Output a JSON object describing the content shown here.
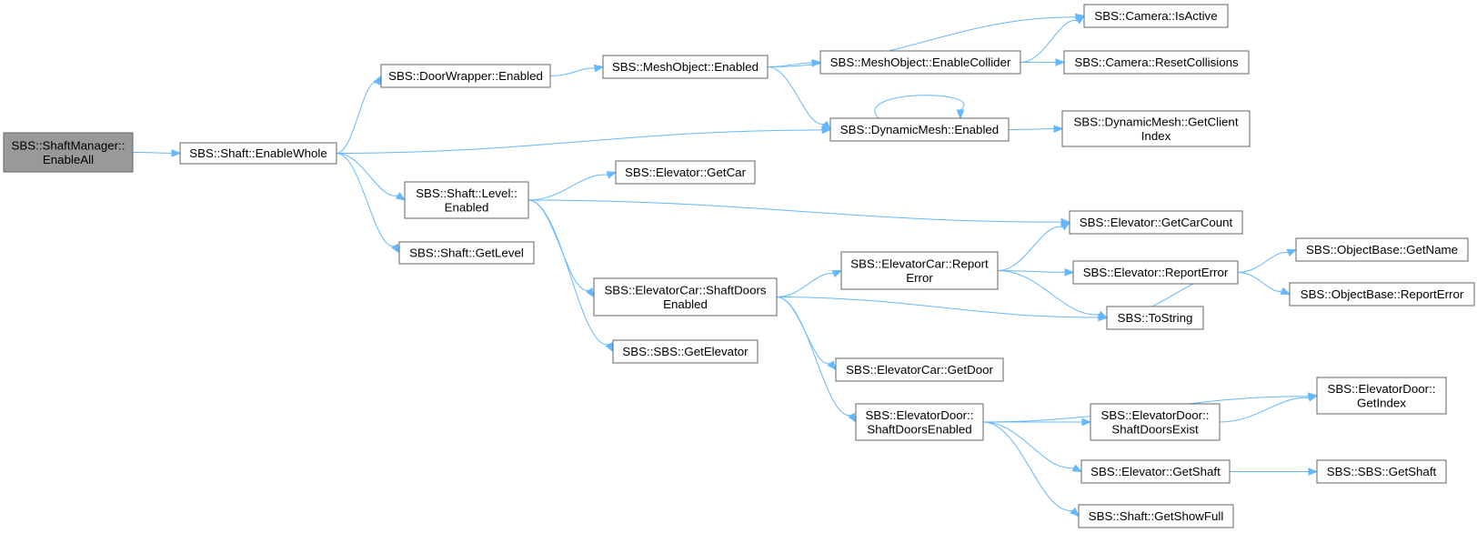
{
  "colors": {
    "edge": "#63b8ff",
    "node_border": "#666666",
    "root_fill": "#999999",
    "node_fill": "#ffffff"
  },
  "nodes": [
    {
      "id": "enableall",
      "lines": [
        "SBS::ShaftManager::",
        "EnableAll"
      ],
      "root": true
    },
    {
      "id": "enablewhole",
      "lines": [
        "SBS::Shaft::EnableWhole"
      ]
    },
    {
      "id": "doorwrapper",
      "lines": [
        "SBS::DoorWrapper::Enabled"
      ]
    },
    {
      "id": "levelenabled",
      "lines": [
        "SBS::Shaft::Level::",
        "Enabled"
      ]
    },
    {
      "id": "getlevel",
      "lines": [
        "SBS::Shaft::GetLevel"
      ]
    },
    {
      "id": "meshenabled",
      "lines": [
        "SBS::MeshObject::Enabled"
      ]
    },
    {
      "id": "getcar",
      "lines": [
        "SBS::Elevator::GetCar"
      ]
    },
    {
      "id": "shaftdoorsenabled",
      "lines": [
        "SBS::ElevatorCar::ShaftDoors",
        "Enabled"
      ]
    },
    {
      "id": "getelevator",
      "lines": [
        "SBS::SBS::GetElevator"
      ]
    },
    {
      "id": "enablecollider",
      "lines": [
        "SBS::MeshObject::EnableCollider"
      ]
    },
    {
      "id": "dynenabled",
      "lines": [
        "SBS::DynamicMesh::Enabled"
      ]
    },
    {
      "id": "reporterror_car",
      "lines": [
        "SBS::ElevatorCar::Report",
        "Error"
      ]
    },
    {
      "id": "getdoor",
      "lines": [
        "SBS::ElevatorCar::GetDoor"
      ]
    },
    {
      "id": "doorshaftdoorsenabled",
      "lines": [
        "SBS::ElevatorDoor::",
        "ShaftDoorsEnabled"
      ]
    },
    {
      "id": "isactive",
      "lines": [
        "SBS::Camera::IsActive"
      ]
    },
    {
      "id": "resetcollisions",
      "lines": [
        "SBS::Camera::ResetCollisions"
      ]
    },
    {
      "id": "getclientindex",
      "lines": [
        "SBS::DynamicMesh::GetClient",
        "Index"
      ]
    },
    {
      "id": "getcarcount",
      "lines": [
        "SBS::Elevator::GetCarCount"
      ]
    },
    {
      "id": "reporterror_elev",
      "lines": [
        "SBS::Elevator::ReportError"
      ]
    },
    {
      "id": "tostring",
      "lines": [
        "SBS::ToString"
      ]
    },
    {
      "id": "shaftdoorsexist",
      "lines": [
        "SBS::ElevatorDoor::",
        "ShaftDoorsExist"
      ]
    },
    {
      "id": "getshaft_elev",
      "lines": [
        "SBS::Elevator::GetShaft"
      ]
    },
    {
      "id": "getshowfull",
      "lines": [
        "SBS::Shaft::GetShowFull"
      ]
    },
    {
      "id": "getname",
      "lines": [
        "SBS::ObjectBase::GetName"
      ]
    },
    {
      "id": "reporterror_obj",
      "lines": [
        "SBS::ObjectBase::ReportError"
      ]
    },
    {
      "id": "getindex",
      "lines": [
        "SBS::ElevatorDoor::",
        "GetIndex"
      ]
    },
    {
      "id": "getshaft_sbs",
      "lines": [
        "SBS::SBS::GetShaft"
      ]
    }
  ],
  "edges": [
    [
      "enableall",
      "enablewhole"
    ],
    [
      "enablewhole",
      "doorwrapper"
    ],
    [
      "enablewhole",
      "dynenabled"
    ],
    [
      "enablewhole",
      "levelenabled"
    ],
    [
      "enablewhole",
      "getlevel"
    ],
    [
      "doorwrapper",
      "meshenabled"
    ],
    [
      "meshenabled",
      "isactive"
    ],
    [
      "meshenabled",
      "enablecollider"
    ],
    [
      "meshenabled",
      "dynenabled"
    ],
    [
      "enablecollider",
      "isactive"
    ],
    [
      "enablecollider",
      "resetcollisions"
    ],
    [
      "dynenabled",
      "dynenabled"
    ],
    [
      "dynenabled",
      "getclientindex"
    ],
    [
      "levelenabled",
      "getcar"
    ],
    [
      "levelenabled",
      "getcarcount"
    ],
    [
      "levelenabled",
      "shaftdoorsenabled"
    ],
    [
      "levelenabled",
      "getelevator"
    ],
    [
      "shaftdoorsenabled",
      "reporterror_car"
    ],
    [
      "shaftdoorsenabled",
      "tostring"
    ],
    [
      "shaftdoorsenabled",
      "getdoor"
    ],
    [
      "shaftdoorsenabled",
      "doorshaftdoorsenabled"
    ],
    [
      "reporterror_car",
      "getcarcount"
    ],
    [
      "reporterror_car",
      "reporterror_elev"
    ],
    [
      "reporterror_car",
      "tostring"
    ],
    [
      "reporterror_elev",
      "getname"
    ],
    [
      "reporterror_elev",
      "reporterror_obj"
    ],
    [
      "reporterror_elev",
      "tostring"
    ],
    [
      "doorshaftdoorsenabled",
      "getindex"
    ],
    [
      "doorshaftdoorsenabled",
      "shaftdoorsexist"
    ],
    [
      "doorshaftdoorsenabled",
      "getshaft_elev"
    ],
    [
      "doorshaftdoorsenabled",
      "getshowfull"
    ],
    [
      "shaftdoorsexist",
      "getindex"
    ],
    [
      "getshaft_elev",
      "getshaft_sbs"
    ]
  ]
}
